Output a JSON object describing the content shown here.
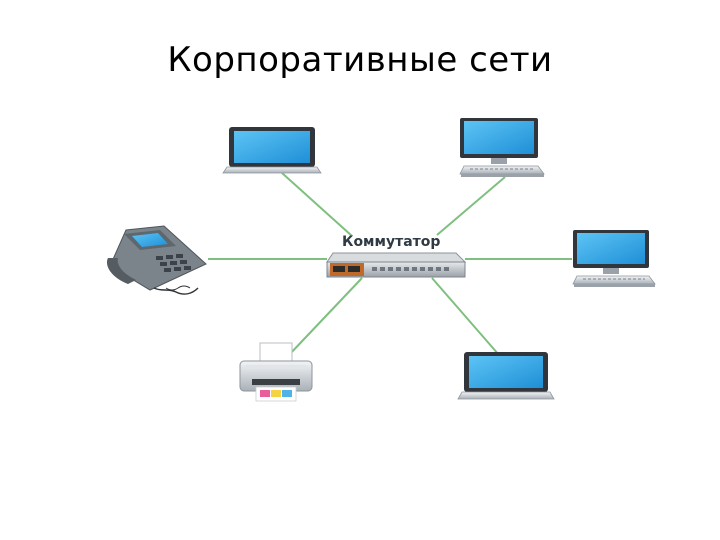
{
  "slide": {
    "title": "Корпоративные сети"
  },
  "diagram": {
    "center": {
      "label": "Коммутатор",
      "icon": "network-switch-icon"
    },
    "devices": [
      {
        "id": "laptop-top-left",
        "icon": "laptop-icon"
      },
      {
        "id": "desktop-top-right",
        "icon": "desktop-computer-icon"
      },
      {
        "id": "phone-left",
        "icon": "ip-phone-icon"
      },
      {
        "id": "desktop-right",
        "icon": "desktop-computer-icon"
      },
      {
        "id": "printer-bottom-left",
        "icon": "printer-icon"
      },
      {
        "id": "laptop-bottom-right",
        "icon": "laptop-icon"
      }
    ],
    "colors": {
      "link": "#7fbf7f",
      "screen": "#2a9fe0",
      "device_body": "#c9ced3"
    }
  }
}
